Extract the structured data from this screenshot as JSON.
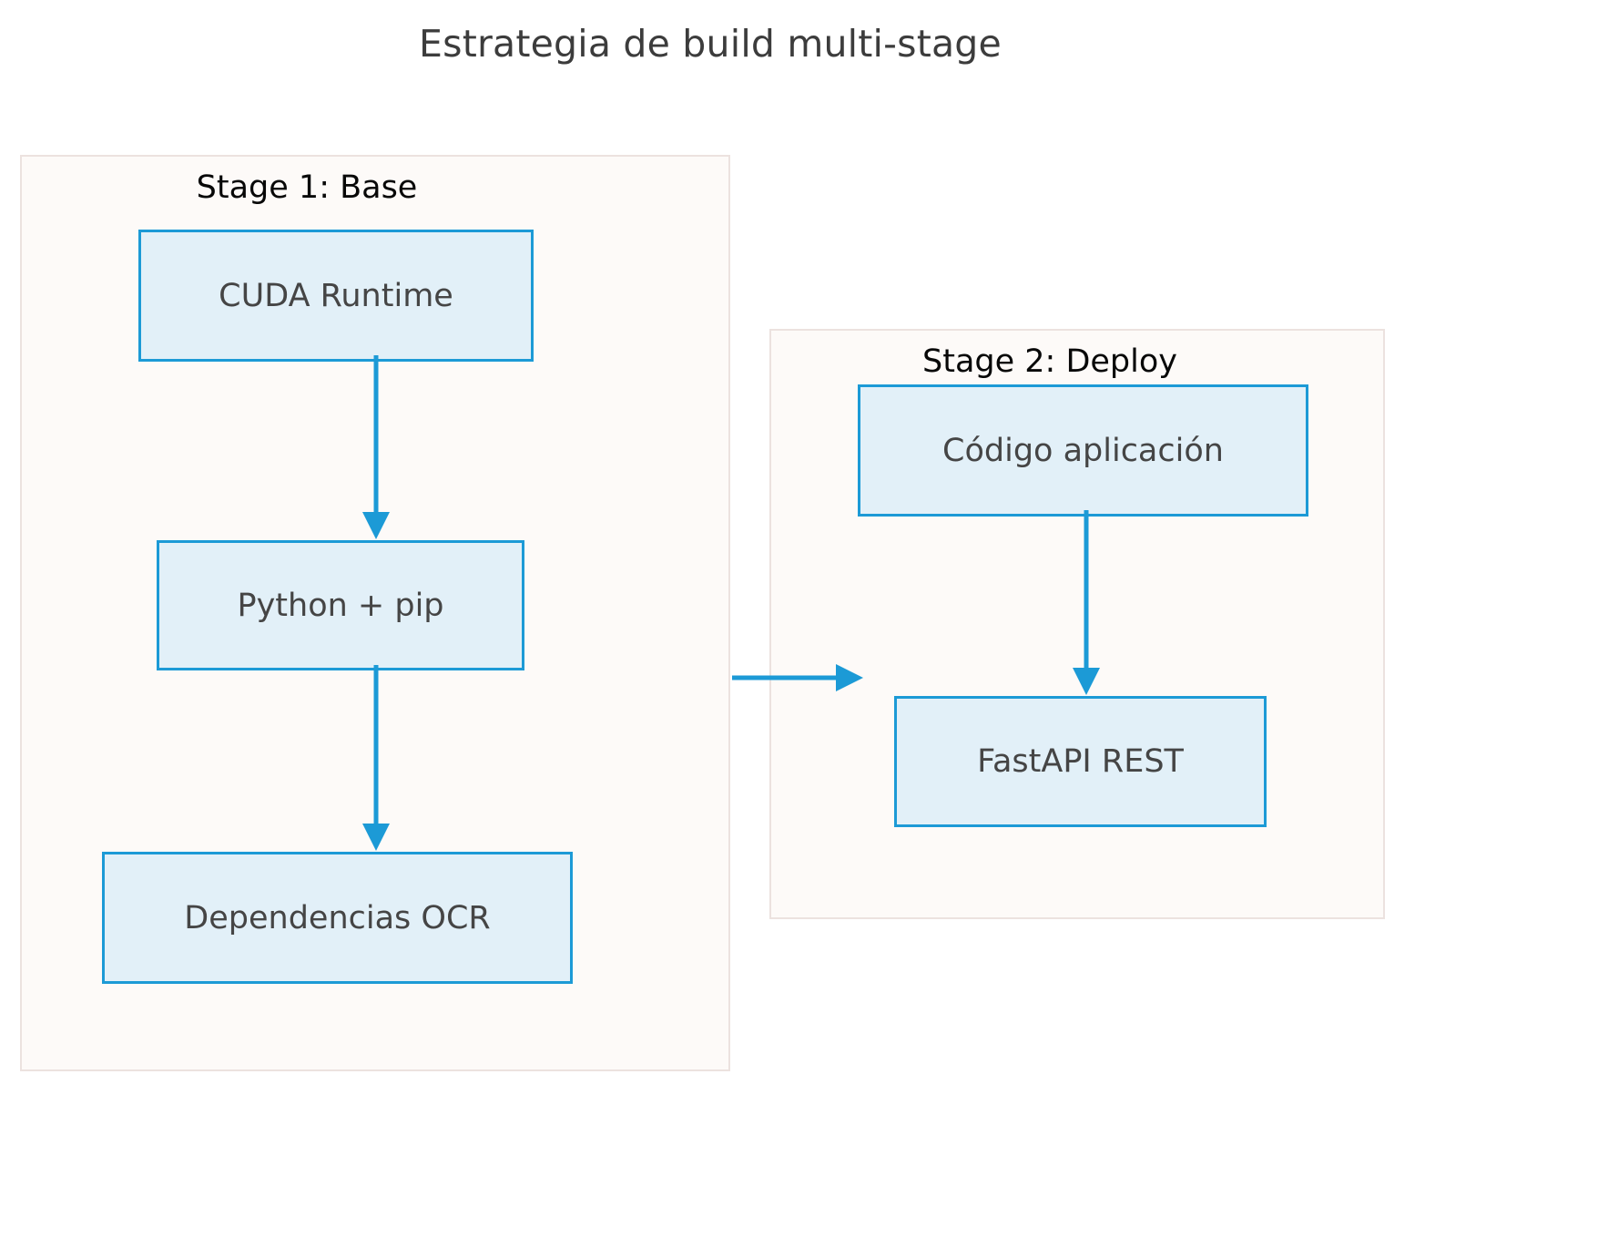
{
  "diagram": {
    "title": "Estrategia de build multi-stage",
    "colors": {
      "node_fill": "#e2f0f8",
      "node_border": "#1c9ad6",
      "container_fill": "#fdfaf8",
      "container_border": "#ece2df",
      "arrow": "#1c9ad6",
      "title_text": "#3c3c3c",
      "node_text": "#454545",
      "stage_label_text": "#080808",
      "background": "#ffffff"
    },
    "stages": [
      {
        "id": "stage-1",
        "label": "Stage 1: Base",
        "nodes": [
          {
            "id": "node-cuda-runtime",
            "label": "CUDA Runtime"
          },
          {
            "id": "node-python-pip",
            "label": "Python + pip"
          },
          {
            "id": "node-deps-ocr",
            "label": "Dependencias OCR"
          }
        ]
      },
      {
        "id": "stage-2",
        "label": "Stage 2: Deploy",
        "nodes": [
          {
            "id": "node-codigo-app",
            "label": "Código aplicación"
          },
          {
            "id": "node-fastapi-rest",
            "label": "FastAPI REST"
          }
        ]
      }
    ],
    "edges": [
      {
        "id": "arrow-cuda-to-python",
        "from": "CUDA Runtime",
        "to": "Python + pip",
        "direction": "down"
      },
      {
        "id": "arrow-python-to-deps",
        "from": "Python + pip",
        "to": "Dependencias OCR",
        "direction": "down"
      },
      {
        "id": "arrow-stage1-to-stage2",
        "from": "Stage 1: Base",
        "to": "Stage 2: Deploy",
        "direction": "right"
      },
      {
        "id": "arrow-codigo-to-api",
        "from": "Código aplicación",
        "to": "FastAPI REST",
        "direction": "down"
      }
    ]
  }
}
